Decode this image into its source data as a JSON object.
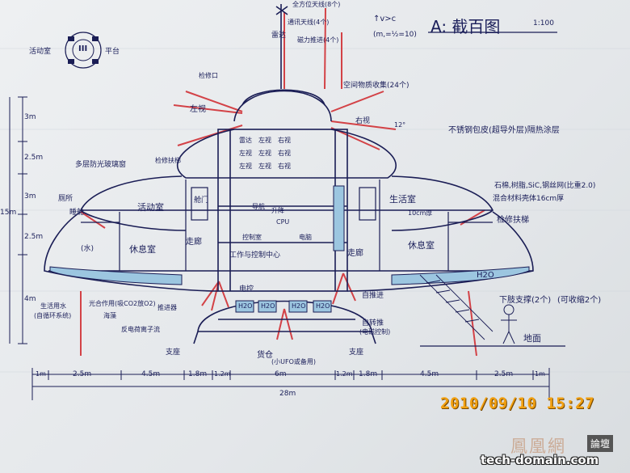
{
  "title": "A: 截百图",
  "scale": "1:100",
  "compass": {
    "center": "III",
    "left": "活动室",
    "right": "平台"
  },
  "formula": {
    "line1": "↑v>c",
    "line2": "(m,=½=10)"
  },
  "top_labels": {
    "antenna": "雷达",
    "ring1": "全方位天线(8个)",
    "ring2": "通讯天线(4个)",
    "thrust": "磁力推进(4个)",
    "hatch": "检修口",
    "space_collect": "空间物质收集(24个)",
    "left_window": "左视",
    "right_window": "右视",
    "ladder_pos": "检修扶梯",
    "angle": "12°"
  },
  "left_labels": {
    "window": "多层防光玻璃窗",
    "gate": "舱门",
    "bed": "睡舱",
    "toilet": "厕所",
    "cup1": "(水)",
    "rest": "休息室",
    "corridor": "走廊",
    "water_tank": "生活用水",
    "water_note": "(自循环系统)",
    "photo": "光合作用(吸CO2放O2)",
    "sea": "海藻",
    "ctrl": "工作与控制中心",
    "living": "活动室",
    "emergency": "推进器",
    "bottom_engine": "反电荷离子流"
  },
  "center_labels": {
    "row1": [
      "雷达",
      "左视",
      "右视"
    ],
    "row2": [
      "左视",
      "左视",
      "右视"
    ],
    "row3": [
      "左视",
      "左视",
      "右视"
    ],
    "control": "控制室",
    "computer": "电脑",
    "elevator": "升降",
    "cpu": "CPU",
    "nav": "导航",
    "electric": "电控",
    "cargo": "货仓",
    "bay_note": "(小UFO或备用)",
    "bay_cells": [
      "H2O",
      "H2O",
      "H2O",
      "H2O"
    ]
  },
  "right_labels": {
    "hull": "不锈钢包皮(超导外层)隔热涂层",
    "material": "石棉,树脂,SiC,钢丝网(比重2.0)",
    "material2": "混合材料壳体16cm厚",
    "ladder": "检修扶梯",
    "rest": "休息室",
    "living": "生活室",
    "corridor": "走廊",
    "engine": "自推进",
    "wheel": "自转推",
    "wheel2": "(电磁控制)",
    "legs": "下肢支撑(2个)",
    "legs2": "(可收缩2个)",
    "ground": "地面",
    "water": "H2O",
    "layer": "10cm厚"
  },
  "support_left": "支座",
  "support_right": "支座",
  "dimensions": {
    "segments": [
      "1m",
      "2.5m",
      "4.5m",
      "1.8m",
      "1.2m",
      "6m",
      "1.2m",
      "1.8m",
      "4.5m",
      "2.5m",
      "1m"
    ],
    "total": "28m",
    "vertical": [
      "3m",
      "2.5m",
      "3m",
      "2.5m",
      "4m"
    ],
    "height_total": "15m"
  },
  "timestamp": "2010/09/10 15:27",
  "brand": "鳳凰網",
  "forum": "論壇",
  "watermark": "tech-domain.com"
}
